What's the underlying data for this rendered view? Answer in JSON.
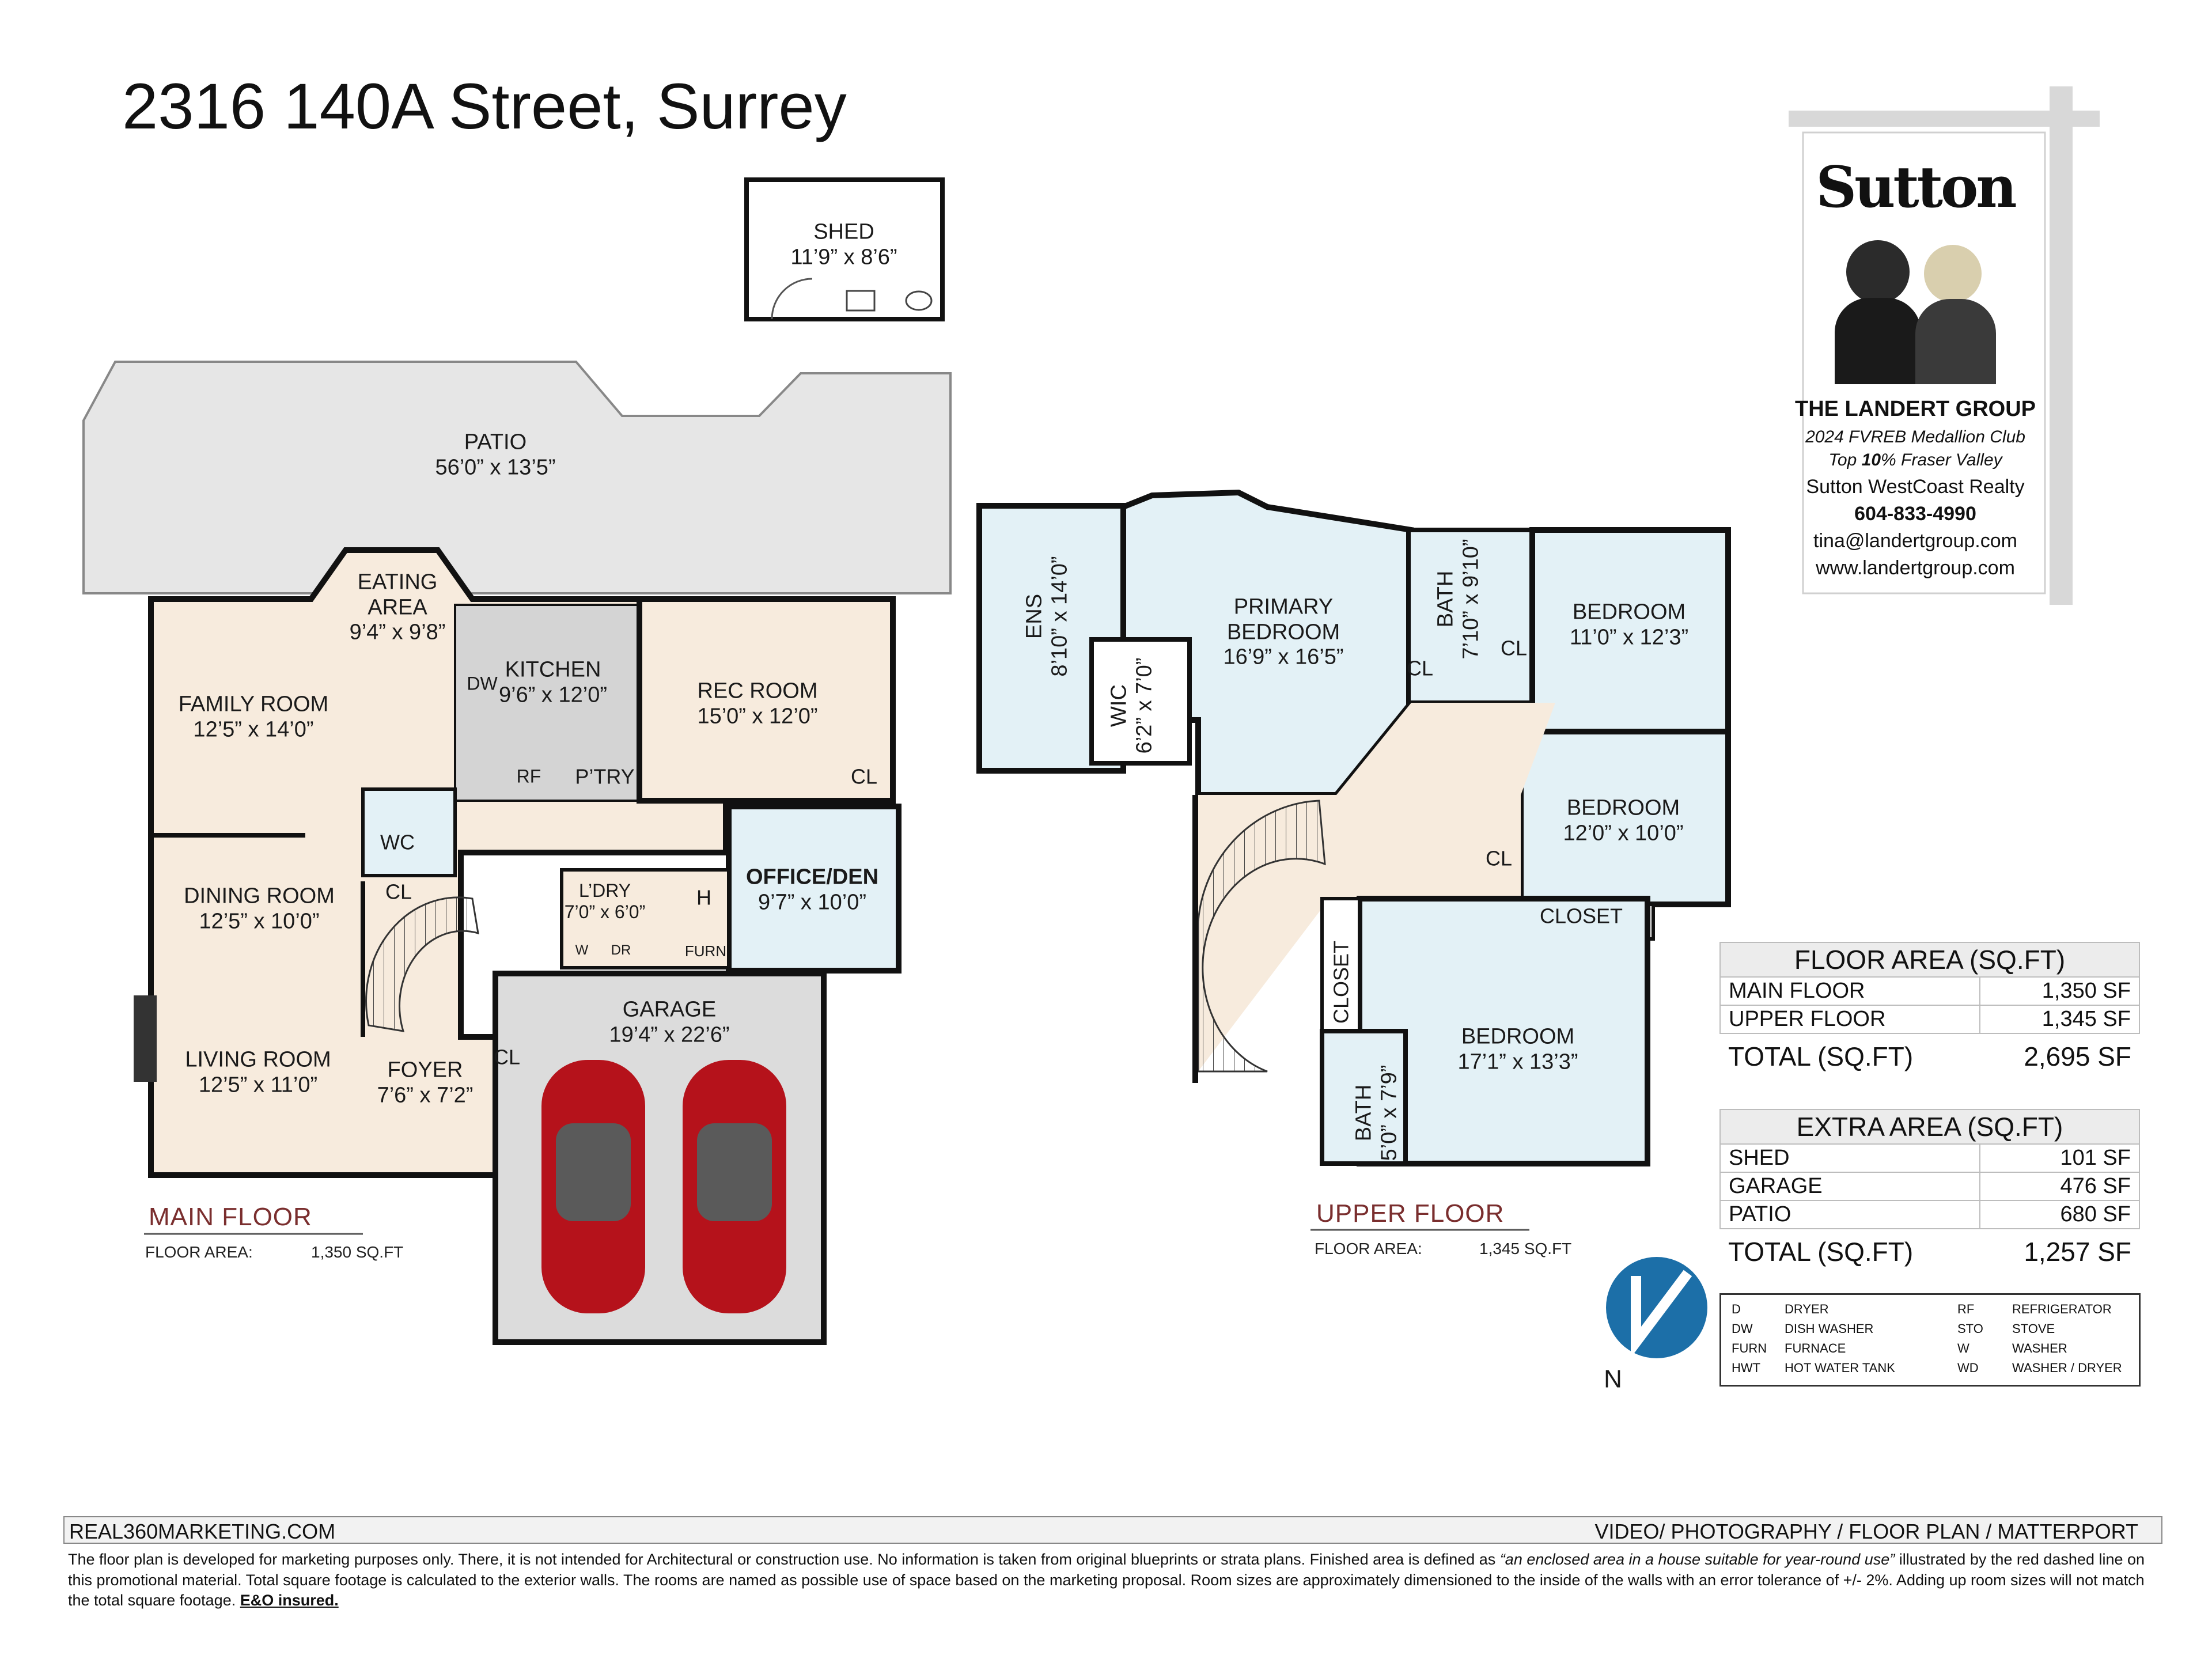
{
  "title": "2316  140A Street, Surrey",
  "main_floor": {
    "label": "MAIN FLOOR",
    "area_label": "FLOOR AREA:",
    "area_value": "1,350 SQ.FT",
    "rooms": {
      "shed": {
        "name": "SHED",
        "dim": "11’9” x 8’6”"
      },
      "patio": {
        "name": "PATIO",
        "dim": "56’0” x 13’5”"
      },
      "eating": {
        "name": "EATING\nAREA",
        "dim": "9’4” x 9’8”"
      },
      "family": {
        "name": "FAMILY ROOM",
        "dim": "12’5” x 14’0”"
      },
      "kitchen": {
        "name": "KITCHEN",
        "dim": "9’6” x 12’0”"
      },
      "rec": {
        "name": "REC ROOM",
        "dim": "15’0” x 12’0”"
      },
      "dining": {
        "name": "DINING ROOM",
        "dim": "12’5” x 10’0”"
      },
      "living": {
        "name": "LIVING ROOM",
        "dim": "12’5” x 11’0”"
      },
      "foyer": {
        "name": "FOYER",
        "dim": "7’6” x 7’2”"
      },
      "laundry": {
        "name": "L’DRY",
        "dim": "7’0” x 6’0”"
      },
      "office": {
        "name": "OFFICE/DEN",
        "dim": "9’7” x 10’0”"
      },
      "garage": {
        "name": "GARAGE",
        "dim": "19’4” x 22’6”"
      }
    },
    "small_labels": {
      "dw": "DW",
      "rf": "RF",
      "ptry": "P’TRY",
      "wc": "WC",
      "cl1": "CL",
      "cl2": "CL",
      "cl3": "CL",
      "w": "W",
      "dr": "DR",
      "furn": "FURN",
      "h": "H"
    }
  },
  "upper_floor": {
    "label": "UPPER FLOOR",
    "area_label": "FLOOR AREA:",
    "area_value": "1,345 SQ.FT",
    "rooms": {
      "primary": {
        "name": "PRIMARY\nBEDROOM",
        "dim": "16’9” x 16’5”"
      },
      "ens": {
        "name": "ENS",
        "dim": "8’10” x 14’0”"
      },
      "wic": {
        "name": "WIC",
        "dim": "6’2” x 7’0”"
      },
      "bath1": {
        "name": "BATH",
        "dim": "7’10” x 9’10”"
      },
      "bed1": {
        "name": "BEDROOM",
        "dim": "11’0” x 12’3”"
      },
      "bed2": {
        "name": "BEDROOM",
        "dim": "12’0” x 10’0”"
      },
      "bed3": {
        "name": "BEDROOM",
        "dim": "17’1” x 13’3”"
      },
      "bath2": {
        "name": "BATH",
        "dim": "5’0” x 7’9”"
      }
    },
    "small_labels": {
      "cl1": "CL",
      "cl2": "CL",
      "cl3": "CL",
      "closet1": "CLOSET",
      "closet2": "CLOSET"
    }
  },
  "floor_area": {
    "header": "FLOOR AREA (SQ.FT)",
    "rows": [
      {
        "label": "MAIN FLOOR",
        "value": "1,350 SF"
      },
      {
        "label": "UPPER FLOOR",
        "value": "1,345 SF"
      }
    ],
    "total_label": "TOTAL (SQ.FT)",
    "total_value": "2,695 SF"
  },
  "extra_area": {
    "header": "EXTRA AREA (SQ.FT)",
    "rows": [
      {
        "label": "SHED",
        "value": "101 SF"
      },
      {
        "label": "GARAGE",
        "value": "476 SF"
      },
      {
        "label": "PATIO",
        "value": "680 SF"
      }
    ],
    "total_label": "TOTAL (SQ.FT)",
    "total_value": "1,257 SF"
  },
  "legend": [
    {
      "abbr": "D",
      "text": "DRYER",
      "abbr2": "RF",
      "text2": "REFRIGERATOR"
    },
    {
      "abbr": "DW",
      "text": "DISH WASHER",
      "abbr2": "STO",
      "text2": "STOVE"
    },
    {
      "abbr": "FURN",
      "text": "FURNACE",
      "abbr2": "W",
      "text2": "WASHER"
    },
    {
      "abbr": "HWT",
      "text": "HOT WATER TANK",
      "abbr2": "WD",
      "text2": "WASHER / DRYER"
    }
  ],
  "compass": {
    "label": "N"
  },
  "sign": {
    "brand": "Sutton",
    "group": "THE LANDERT GROUP",
    "line1": "2024 FVREB Medallion Club",
    "line2_pre": "Top ",
    "line2_bold": "10",
    "line2_post": "% Fraser Valley",
    "brokerage": "Sutton WestCoast Realty",
    "phone": "604-833-4990",
    "email": "tina@landertgroup.com",
    "website": "www.landertgroup.com"
  },
  "footer": {
    "left": "REAL360MARKETING.COM",
    "right": "VIDEO/ PHOTOGRAPHY / FLOOR PLAN / MATTERPORT",
    "disclaimer_1": "The floor plan is developed for marketing purposes only. There, it is not intended for Architectural or construction use. No information is  taken from original blueprints or strata plans. Finished area is defined as",
    "disclaimer_quote": "“an enclosed area in a house suitable for year-round use”",
    "disclaimer_2": "illustrated by the red dashed line on this promotional material. Total square footage is calculated to the exterior walls. The rooms are named as possible use of space based on the marketing proposal. Room sizes are approximately dimensioned to the inside of the walls with an error tolerance of +/- 2%. Adding up room sizes will not match the total square footage.",
    "insured": "E&O insured."
  },
  "colors": {
    "wall": "#111111",
    "living_fill": "#f7ebdd",
    "wet_fill": "#e3f1f6",
    "kitchen_fill": "#d4d4d4",
    "garage_fill": "#dcdcdc",
    "patio_fill": "#e6e6e6",
    "car": "#b5121b",
    "floor_label": "#7a2e2e",
    "compass": "#1c6fa8"
  }
}
